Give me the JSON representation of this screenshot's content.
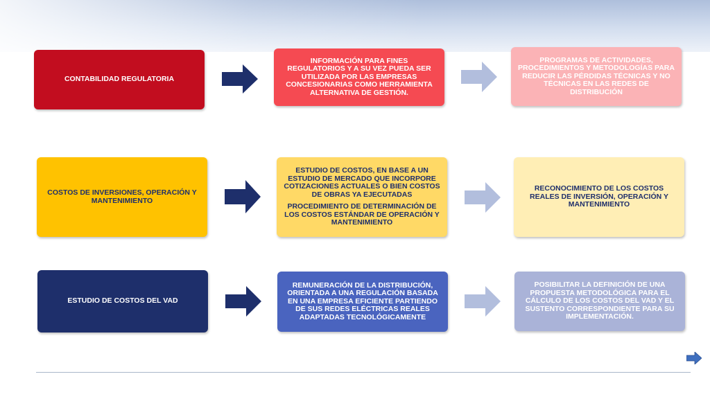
{
  "colors": {
    "row1_dark": "#c20d1f",
    "row1_mid": "#f54a52",
    "row1_light": "#fbb3b6",
    "row2_dark": "#ffc200",
    "row2_mid": "#ffd966",
    "row2_light": "#ffeeb5",
    "row3_dark": "#1e2f6b",
    "row3_mid": "#4a64bf",
    "row3_light": "#aab3d8",
    "arrow_dark": "#1e2f6b",
    "arrow_light": "#b2bedd",
    "nav_arrow": "#3f6fbf"
  },
  "rows": [
    {
      "left": "CONTABILIDAD REGULATORIA",
      "middle": [
        "INFORMACIÓN PARA FINES REGULATORIOS Y A SU VEZ PUEDA SER UTILIZADA POR LAS EMPRESAS CONCESIONARIAS COMO HERRAMIENTA ALTERNATIVA DE GESTIÓN."
      ],
      "right": "PROGRAMAS DE ACTIVIDADES, PROCEDIMIENTOS Y METODOLOGÍAS PARA REDUCIR LAS PÉRDIDAS TÉCNICAS Y NO TÉCNICAS EN LAS REDES DE DISTRIBUCIÓN"
    },
    {
      "left": "COSTOS DE INVERSIONES, OPERACIÓN Y MANTENIMIENTO",
      "middle": [
        "ESTUDIO DE COSTOS, EN BASE A UN ESTUDIO DE MERCADO QUE INCORPORE COTIZACIONES ACTUALES O BIEN COSTOS DE OBRAS YA EJECUTADAS",
        "PROCEDIMIENTO DE DETERMINACIÓN DE LOS COSTOS ESTÁNDAR DE OPERACIÓN Y MANTENIMIENTO"
      ],
      "right": "RECONOCIMIENTO DE LOS COSTOS REALES DE INVERSIÓN, OPERACIÓN Y MANTENIMIENTO"
    },
    {
      "left": "ESTUDIO DE COSTOS DEL VAD",
      "middle": [
        "REMUNERACIÓN DE LA DISTRIBUCIÓN, ORIENTADA A UNA REGULACIÓN BASADA EN UNA EMPRESA EFICIENTE PARTIENDO DE SUS REDES ELÉCTRICAS REALES ADAPTADAS TECNOLÓGICAMENTE"
      ],
      "right": "POSIBILITAR LA DEFINICIÓN DE UNA PROPUESTA METODOLÓGICA PARA EL CÁLCULO DE LOS COSTOS DEL VAD Y EL SUSTENTO CORRESPONDIENTE PARA SU IMPLEMENTACIÓN."
    }
  ],
  "icons": {
    "flow_arrow": "arrow-right-icon",
    "nav": "next-slide-icon"
  }
}
